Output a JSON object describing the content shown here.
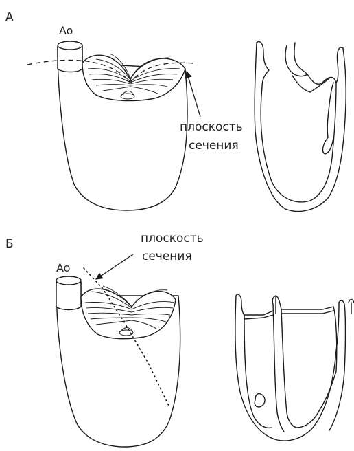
{
  "panel_a": {
    "letter": "А",
    "aorta_label": "Ao",
    "plane_label_line1": "плоскость",
    "plane_label_line2": "сечения"
  },
  "panel_b": {
    "letter": "Б",
    "aorta_label": "Ao",
    "plane_label_line1": "плоскость",
    "plane_label_line2": "сечения"
  }
}
